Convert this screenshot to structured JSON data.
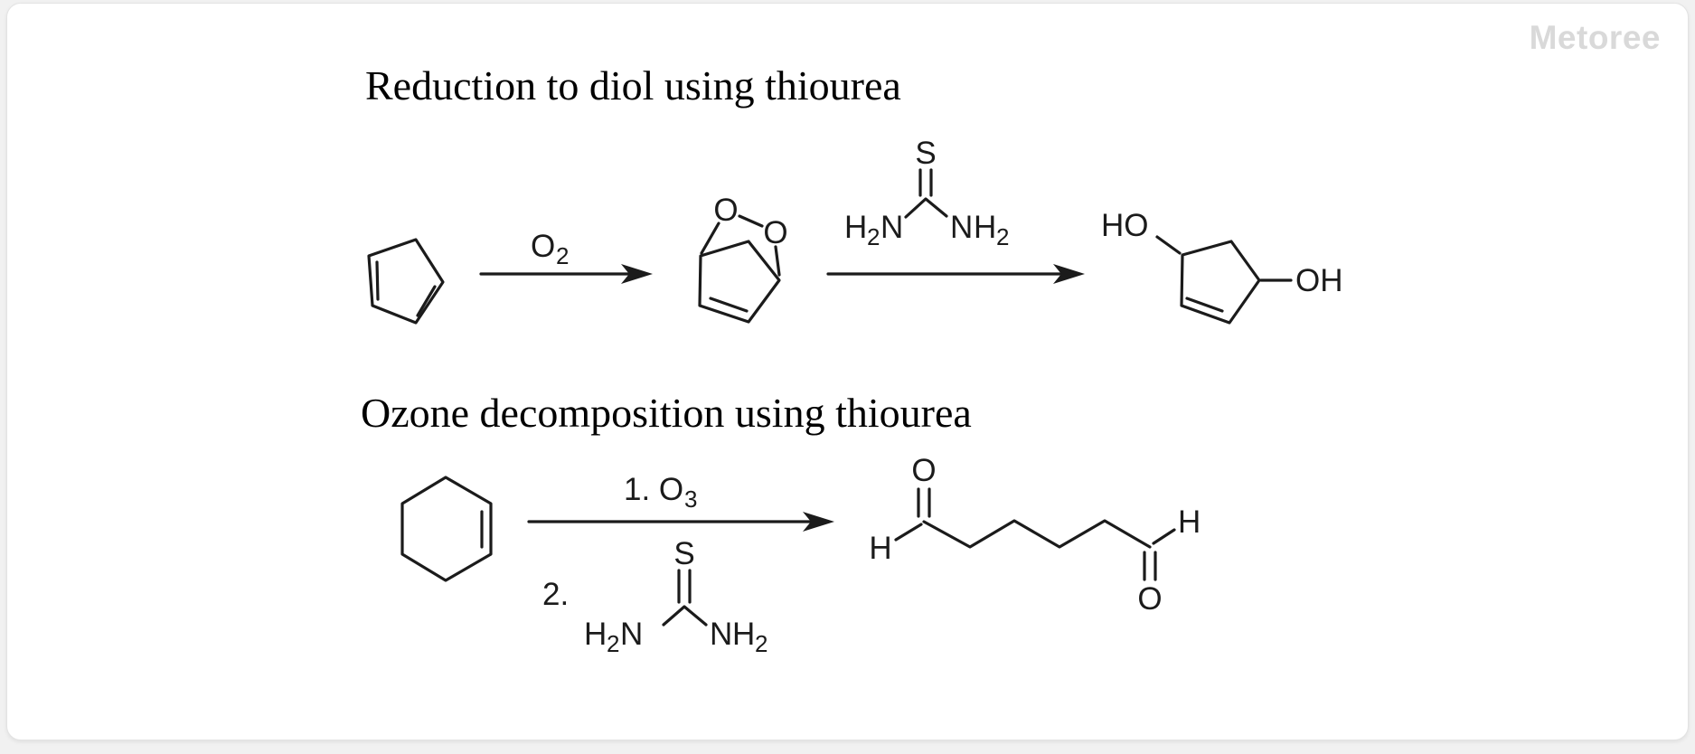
{
  "watermark": "Metoree",
  "colors": {
    "ink": "#1b1b1b",
    "watermark_gray": "#d9d9d9"
  },
  "scheme1": {
    "title": "Reduction to diol using thiourea",
    "arrow1_label": {
      "base": "O",
      "sub": "2"
    },
    "endoperoxide": {
      "o_left": "O",
      "o_right": "O"
    },
    "thiourea": {
      "s": "S",
      "left_h": "H",
      "left_sub": "2",
      "left_n": "N",
      "right_n": "N",
      "right_h": "H",
      "right_sub": "2"
    },
    "diol": {
      "ho": "HO",
      "oh": "OH"
    }
  },
  "scheme2": {
    "title": "Ozone decomposition using thiourea",
    "step1": {
      "base": "1. O",
      "sub": "3"
    },
    "step2": "2.",
    "thiourea": {
      "s": "S",
      "left_h": "H",
      "left_sub": "2",
      "left_n": "N",
      "right_n": "N",
      "right_h": "H",
      "right_sub": "2"
    },
    "dialdehyde": {
      "h_left": "H",
      "o_top": "O",
      "o_bottom": "O",
      "h_right": "H"
    }
  }
}
